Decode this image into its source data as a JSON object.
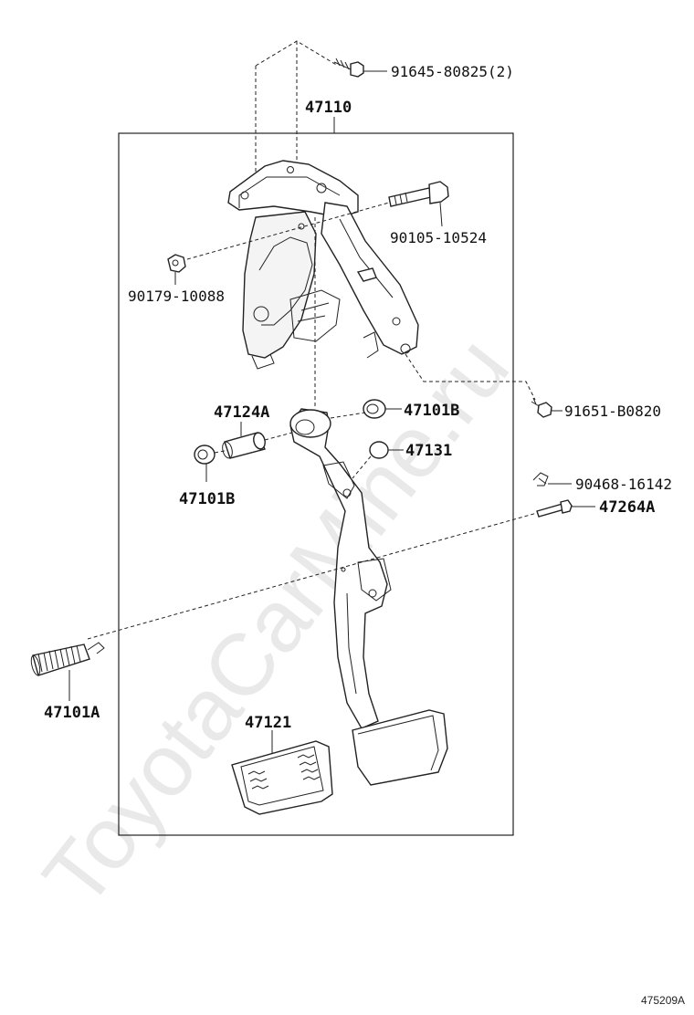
{
  "watermark": "ToyotaCarMine.ru",
  "figure_code": "475209A",
  "parts": {
    "p47110": "47110",
    "p91645": "91645-80825(2)",
    "p90105": "90105-10524",
    "p90179": "90179-10088",
    "p91651": "91651-B0820",
    "p47124A": "47124A",
    "p47101B_top": "47101B",
    "p47131": "47131",
    "p47101B_bottom": "47101B",
    "p90468": "90468-16142",
    "p47264A": "47264A",
    "p47101A": "47101A",
    "p47121": "47121"
  }
}
